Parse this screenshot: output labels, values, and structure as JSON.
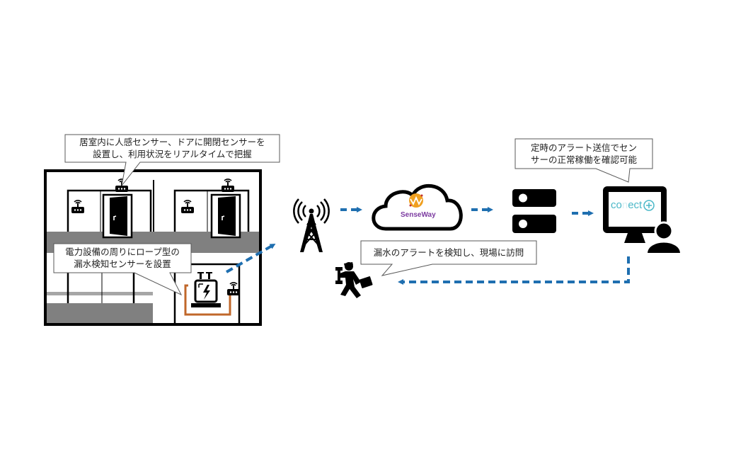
{
  "diagram": {
    "title": "Leak detection and occupancy monitoring system flow",
    "colors": {
      "arrow": "#1f6fb0",
      "rope_sensor": "#c0672a",
      "floor_gray": "#808080",
      "rail_gray": "#a6a6a6",
      "outline": "#000000",
      "senseway_purple": "#7b3aa0",
      "senseway_orange": "#f0a020",
      "conect_teal": "#4bb8c8"
    },
    "callouts": {
      "occupancy": {
        "line1": "居室内に人感センサー、ドアに開閉センサーを",
        "line2": "設置し、利用状況をリアルタイムで把握"
      },
      "leak_sensor": {
        "line1": "電力設備の周りにロープ型の",
        "line2": "漏水検知センサーを設置"
      },
      "field_visit": {
        "line1": "漏水のアラートを検知し、現場に訪問"
      },
      "heartbeat": {
        "line1": "定時のアラート送信でセン",
        "line2": "サーの正常稼働を確認可能"
      }
    },
    "nodes": [
      {
        "id": "building",
        "icon": "building-floorplan"
      },
      {
        "id": "tower",
        "icon": "cell-tower-icon"
      },
      {
        "id": "cloud",
        "icon": "cloud-icon",
        "label": "SenseWay"
      },
      {
        "id": "server",
        "icon": "server-icon"
      },
      {
        "id": "monitor",
        "icon": "monitor-user-icon",
        "label_prefix": "co",
        "label_mid": "n",
        "label_suffix": "ect"
      },
      {
        "id": "technician",
        "icon": "technician-running-icon"
      }
    ],
    "edges": [
      {
        "from": "building",
        "to": "tower",
        "style": "dashed"
      },
      {
        "from": "tower",
        "to": "cloud",
        "style": "dashed"
      },
      {
        "from": "cloud",
        "to": "server",
        "style": "dashed"
      },
      {
        "from": "server",
        "to": "monitor",
        "style": "dashed"
      },
      {
        "from": "monitor",
        "to": "technician",
        "style": "dashed"
      }
    ]
  }
}
